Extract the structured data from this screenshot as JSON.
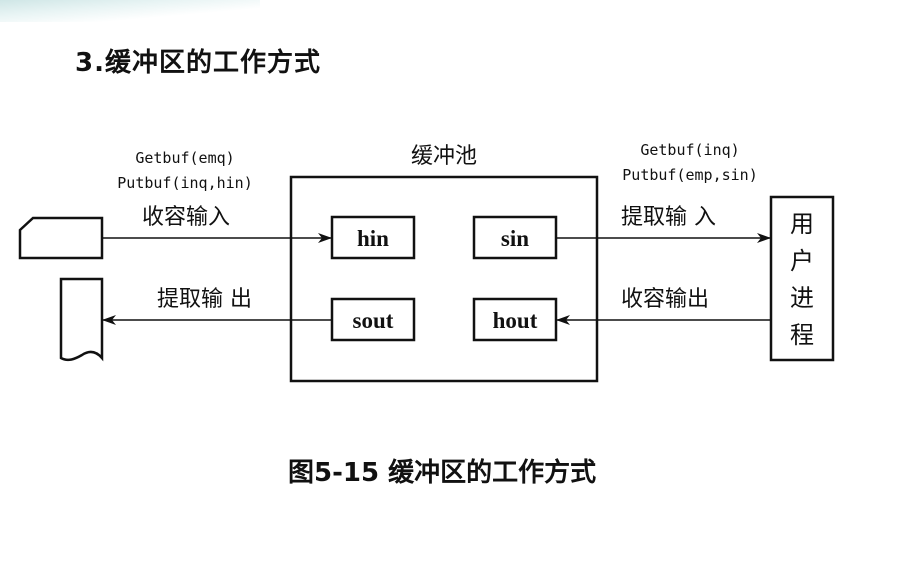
{
  "heading": "3.缓冲区的工作方式",
  "caption": "图5-15  缓冲区的工作方式",
  "diagram": {
    "pool_label": "缓冲池",
    "buffers": {
      "hin": "hin",
      "sin": "sin",
      "sout": "sout",
      "hout": "hout"
    },
    "left": {
      "call_get": "Getbuf(emq)",
      "call_put": "Putbuf(inq,hin)",
      "input_label": "收容输入",
      "output_label": "提取输 出",
      "input_device_icon": "punched-card-icon",
      "output_device_icon": "document-tape-icon"
    },
    "right": {
      "call_get": "Getbuf(inq)",
      "call_put": "Putbuf(emp,sin)",
      "input_label": "提取输 入",
      "output_label": "收容输出",
      "process_chars": [
        "用",
        "户",
        "进",
        "程"
      ]
    }
  }
}
